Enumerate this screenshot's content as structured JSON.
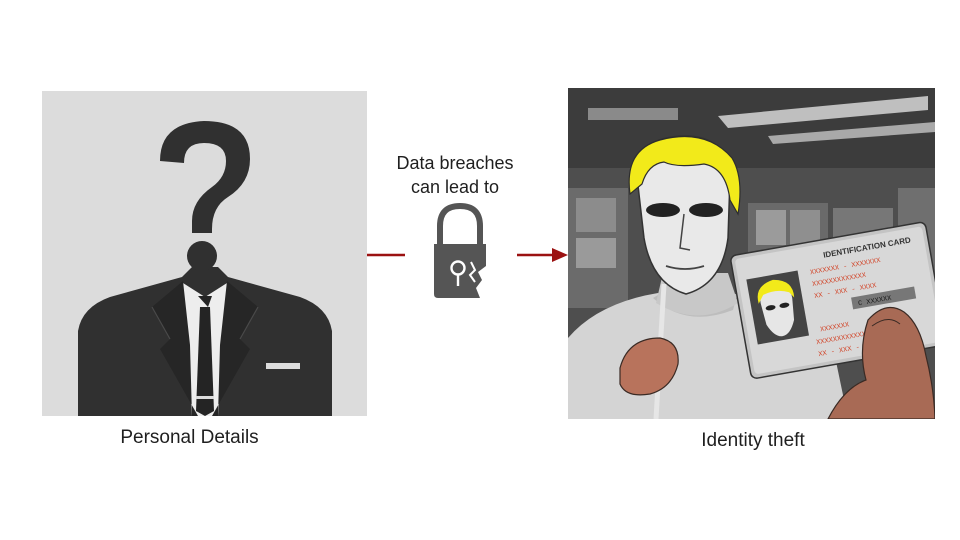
{
  "diagram": {
    "left_caption": "Personal Details",
    "right_caption": "Identity theft",
    "middle_label": {
      "line1": "Data breaches",
      "line2": "can lead to"
    },
    "id_card": {
      "title": "IDENTIFICATION CARD",
      "placeholder_line_1": "XXXXXXX - XXXXXXX",
      "placeholder_line_2": "XXXXXXXXXXXXX",
      "placeholder_line_3": "XX - XXX - XXXX",
      "placeholder_line_4": "XXXXXXX",
      "placeholder_line_5": "XXXXXXXXXXXX",
      "placeholder_line_6": "XX - XXX - XXX",
      "badge": "C  XXXXXX"
    },
    "colors": {
      "arrow": "#9b1111",
      "lock": "#555555",
      "silhouette": "#2f2f2f",
      "left_background": "#dcdcdc",
      "hair": "#f2ea1a",
      "card_text": "#d2462a"
    },
    "icons": {
      "left": "question-mark-person-icon",
      "middle": "broken-padlock-icon",
      "arrow": "arrow-right-icon"
    }
  }
}
